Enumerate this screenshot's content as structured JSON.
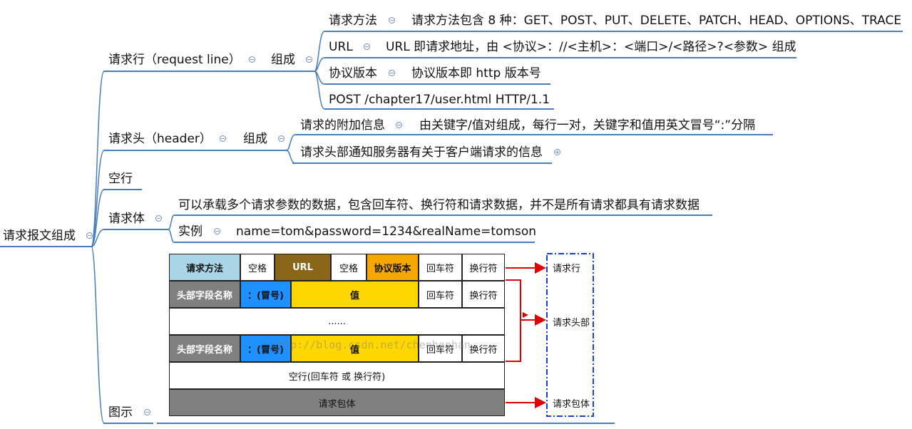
{
  "root": {
    "label": "请求报文组成"
  },
  "request_line": {
    "label": "请求行（request line）",
    "compose": "组成",
    "children": {
      "method": {
        "label": "请求方法",
        "detail": "请求方法包含 8 种：GET、POST、PUT、DELETE、PATCH、HEAD、OPTIONS、TRACE"
      },
      "url": {
        "label": "URL",
        "detail": "URL 即请求地址，由 <协议>：//<主机>：<端口>/<路径>?<参数> 组成"
      },
      "version": {
        "label": "协议版本",
        "detail": "协议版本即 http 版本号"
      },
      "example": {
        "label": "POST  /chapter17/user.html HTTP/1.1"
      }
    }
  },
  "header": {
    "label": "请求头（header）",
    "compose": "组成",
    "children": {
      "extra": {
        "label": "请求的附加信息",
        "detail": "由关键字/值对组成，每行一对，关键字和值用英文冒号“:”分隔"
      },
      "notify": {
        "label": "请求头部通知服务器有关于客户端请求的信息"
      }
    }
  },
  "blank_line": {
    "label": "空行"
  },
  "body": {
    "label": "请求体",
    "desc": "可以承载多个请求参数的数据，包含回车符、换行符和请求数据，并不是所有请求都具有请求数据",
    "example_label": "实例",
    "example_value": "name=tom&password=1234&realName=tomson"
  },
  "figure": {
    "label": "图示",
    "table": {
      "row1": [
        "请求方法",
        "空格",
        "URL",
        "空格",
        "协议版本",
        "回车符",
        "换行符"
      ],
      "row2": [
        "头部字段名称",
        "：(冒号)",
        "值",
        "回车符",
        "换行符"
      ],
      "row3": "......",
      "row4": [
        "头部字段名称",
        "：(冒号)",
        "值",
        "回车符",
        "换行符"
      ],
      "row5": "空行(回车符 或 换行符)",
      "row6": "请求包体"
    },
    "sides": {
      "line": "请求行",
      "headers": "请求头部",
      "body": "请求包体"
    },
    "colors": {
      "method": "#a9d5e6",
      "url": "#8b6618",
      "version": "#f5a800",
      "field": "#808080",
      "colon": "#1e90ff",
      "value": "#ffd700",
      "body": "#808080",
      "arrow": "#e00000",
      "bracket": "#1a3fd6"
    },
    "watermark": "http://blog.csdn.net/chenhaohan"
  }
}
